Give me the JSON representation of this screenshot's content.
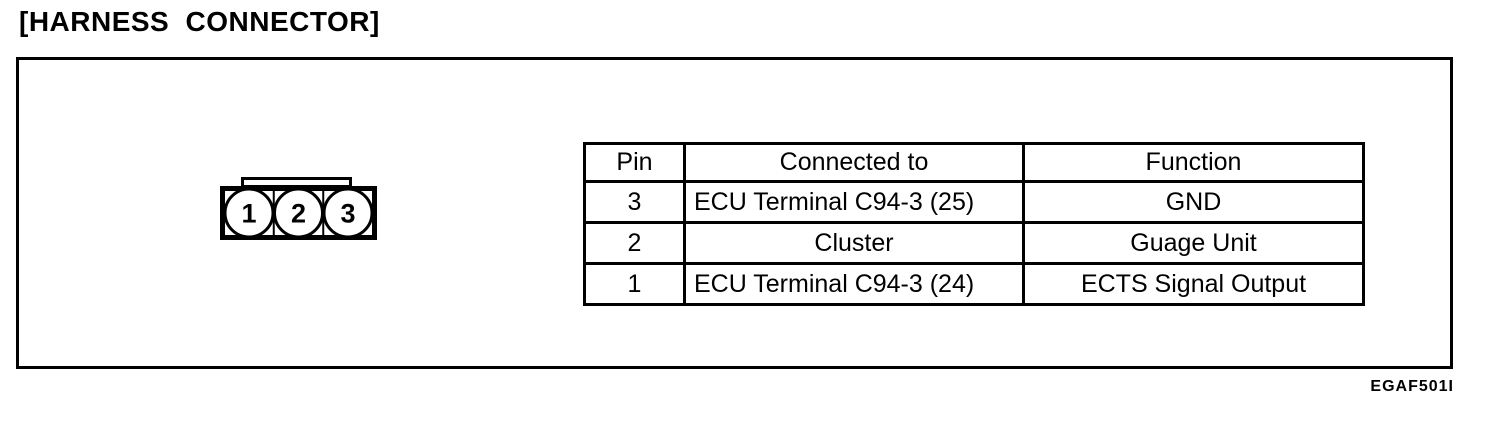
{
  "page": {
    "title": "[HARNESS CONNECTOR]",
    "figure_code": "EGAF501I"
  },
  "connector": {
    "pins": [
      "1",
      "2",
      "3"
    ]
  },
  "table": {
    "headers": [
      "Pin",
      "Connected to",
      "Function"
    ],
    "rows": [
      [
        "3",
        "ECU Terminal C94-3 (25)",
        "GND"
      ],
      [
        "2",
        "Cluster",
        "Guage Unit"
      ],
      [
        "1",
        "ECU Terminal C94-3 (24)",
        "ECTS Signal Output"
      ]
    ]
  },
  "colors": {
    "ink": "#000000",
    "paper": "#ffffff"
  }
}
